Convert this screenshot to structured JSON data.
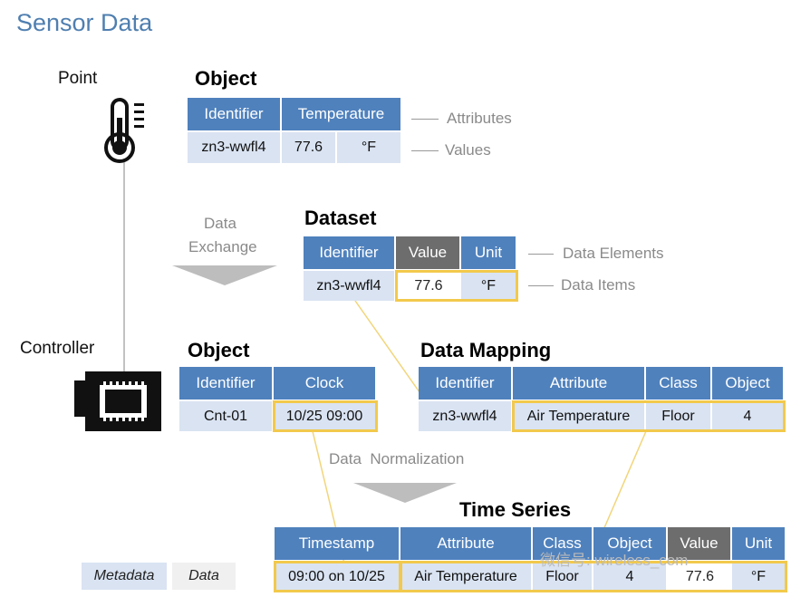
{
  "title": "Sensor Data",
  "labels": {
    "point": "Point",
    "controller": "Controller"
  },
  "object1": {
    "title": "Object",
    "headers": [
      "Identifier",
      "Temperature"
    ],
    "values": [
      "zn3-wwfl4",
      "77.6",
      "°F"
    ],
    "attributes_label": "Attributes",
    "values_label": "Values"
  },
  "exchange_label": {
    "line1": "Data",
    "line2": "Exchange"
  },
  "dataset": {
    "title": "Dataset",
    "headers": [
      "Identifier",
      "Value",
      "Unit"
    ],
    "values": [
      "zn3-wwfl4",
      "77.6",
      "°F"
    ],
    "elements_label": "Data Elements",
    "items_label": "Data Items"
  },
  "object2": {
    "title": "Object",
    "headers": [
      "Identifier",
      "Clock"
    ],
    "values": [
      "Cnt-01",
      "10/25 09:00"
    ]
  },
  "mapping": {
    "title": "Data Mapping",
    "headers": [
      "Identifier",
      "Attribute",
      "Class",
      "Object"
    ],
    "values": [
      "zn3-wwfl4",
      "Air Temperature",
      "Floor",
      "4"
    ]
  },
  "normalization_label": "Data  Normalization",
  "timeseries": {
    "title": "Time Series",
    "headers": [
      "Timestamp",
      "Attribute",
      "Class",
      "Object",
      "Value",
      "Unit"
    ],
    "values": [
      "09:00 on 10/25",
      "Air Temperature",
      "Floor",
      "4",
      "77.6",
      "°F"
    ]
  },
  "legend": {
    "metadata": "Metadata",
    "data": "Data"
  },
  "watermark": "微信号: wireless_com",
  "colors": {
    "header": "#4f81bd",
    "header_dark": "#6d6d6d",
    "cell": "#d9e3f2",
    "highlight": "#f2c94c",
    "title": "#4f7fb0"
  }
}
